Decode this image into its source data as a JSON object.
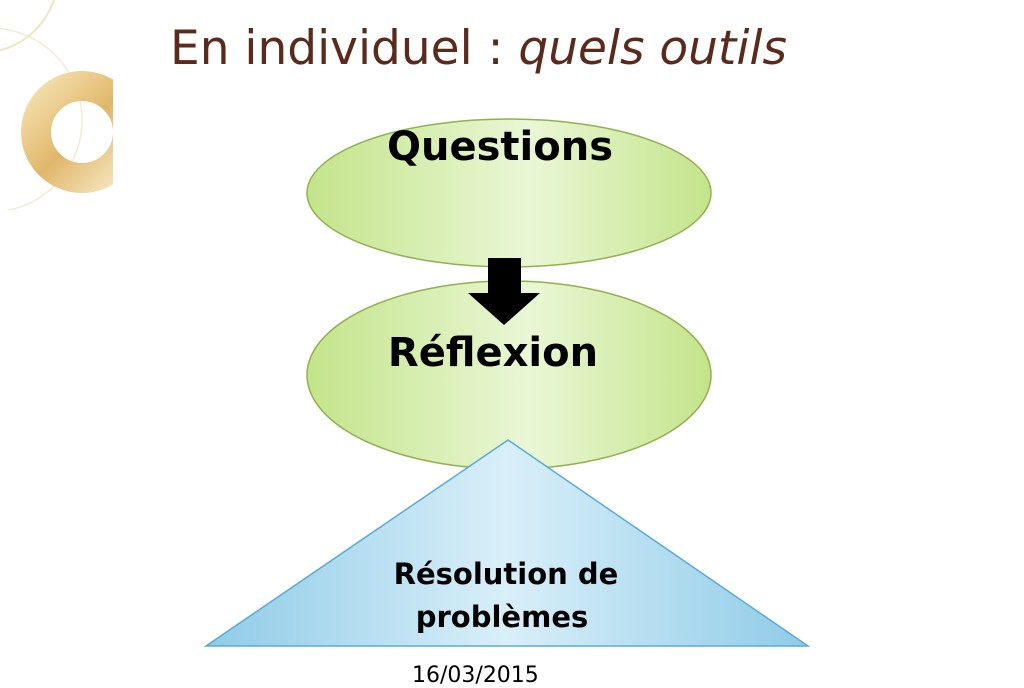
{
  "slide": {
    "title_plain": "En individuel : ",
    "title_italic": "quels outils",
    "footer_date": "16/03/2015"
  },
  "diagram": {
    "nodes": [
      {
        "id": "questions",
        "shape": "ellipse",
        "label": "Questions"
      },
      {
        "id": "reflexion",
        "shape": "ellipse",
        "label": "Réflexion"
      },
      {
        "id": "resolution",
        "shape": "triangle",
        "label_lines": [
          "Résolution de",
          "problèmes"
        ]
      }
    ],
    "edges": [
      {
        "from": "questions",
        "to": "reflexion",
        "style": "block-arrow-down"
      }
    ]
  },
  "colors": {
    "title": "#5a2a1c",
    "ellipse_fill": "#cfe99c",
    "ellipse_highlight": "#eef8dc",
    "ellipse_stroke": "#8fb14e",
    "triangle_fill": "#a9d8ee",
    "triangle_highlight": "#dff1fa",
    "triangle_stroke": "#5aaad6",
    "arrow": "#000000",
    "decor_gold": "#e0b76a"
  },
  "icons": {
    "corner_decoration": "gold-ring-decoration-icon"
  }
}
